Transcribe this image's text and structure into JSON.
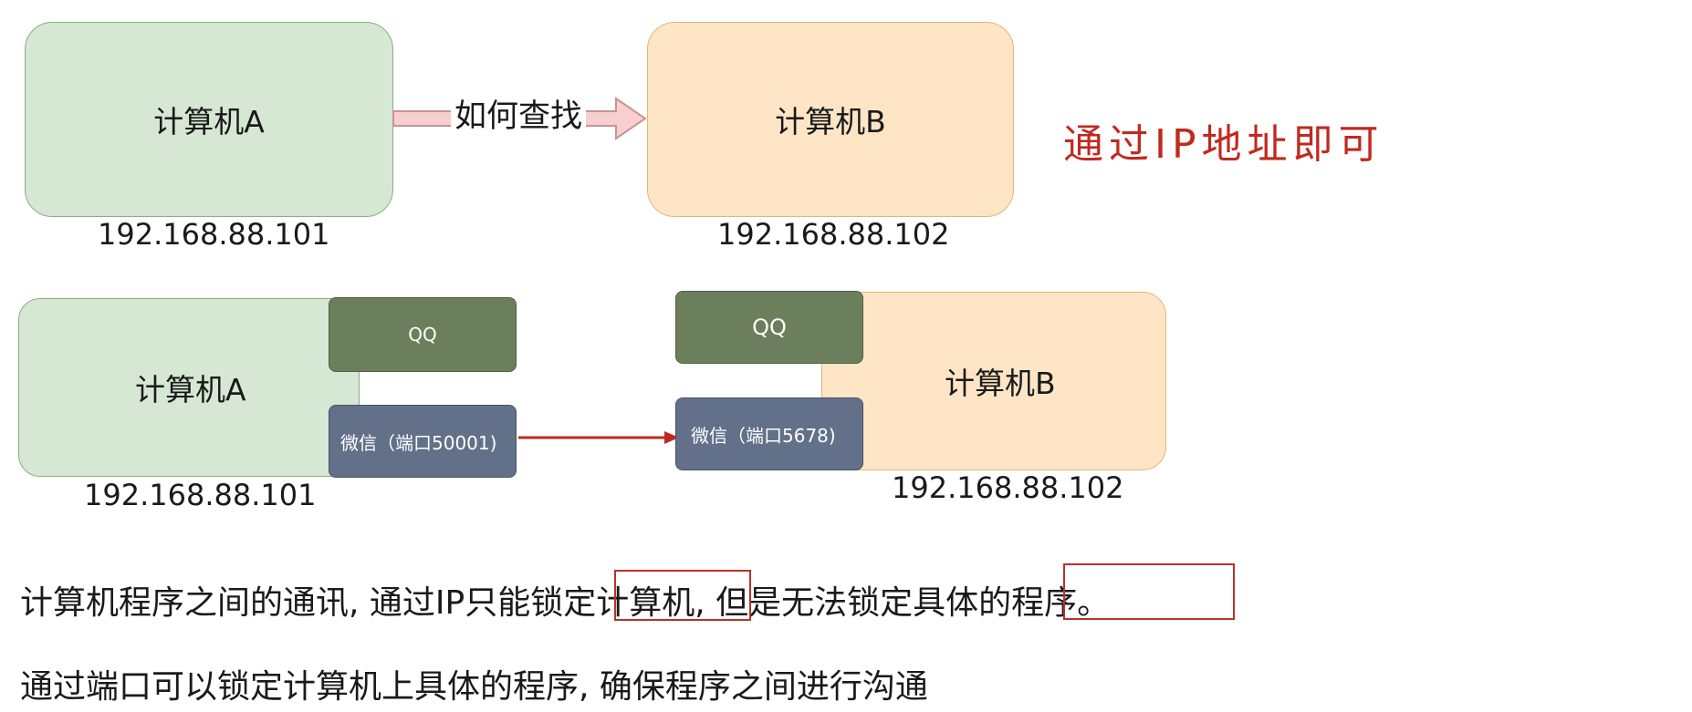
{
  "top": {
    "computer_a": {
      "label": "计算机A",
      "ip": "192.168.88.101"
    },
    "computer_b": {
      "label": "计算机B",
      "ip": "192.168.88.102"
    },
    "arrow_label": "如何查找",
    "note": "通过IP地址即可"
  },
  "bottom": {
    "computer_a": {
      "label": "计算机A",
      "ip": "192.168.88.101",
      "app_qq": "QQ",
      "app_wechat": "微信（端口50001)"
    },
    "computer_b": {
      "label": "计算机B",
      "ip": "192.168.88.102",
      "app_qq": "QQ",
      "app_wechat": "微信（端口5678)"
    }
  },
  "text": {
    "line1": "计算机程序之间的通讯, 通过IP只能锁定计算机, 但是无法锁定具体的程序。",
    "line2": "通过端口可以锁定计算机上具体的程序, 确保程序之间进行沟通"
  },
  "colors": {
    "green_fill": "#d6e7d3",
    "orange_fill": "#fde5c6",
    "app_green": "#6c7f5c",
    "app_slate": "#627089",
    "accent_red": "#c0291f",
    "arrow_fill": "#f7cfcf"
  }
}
